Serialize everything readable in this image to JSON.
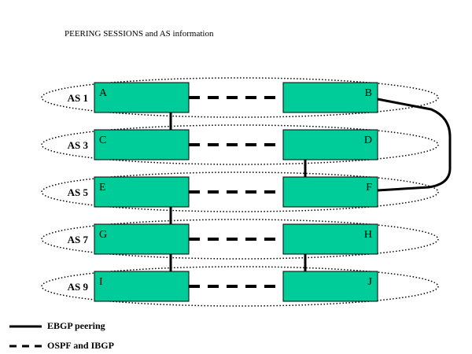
{
  "title": "PEERING SESSIONS and AS information",
  "colors": {
    "router_fill": "#00CC99",
    "line": "#000000"
  },
  "as_groups": [
    {
      "label": "AS 1",
      "routers": [
        "A",
        "B"
      ]
    },
    {
      "label": "AS 3",
      "routers": [
        "C",
        "D"
      ]
    },
    {
      "label": "AS 5",
      "routers": [
        "E",
        "F"
      ]
    },
    {
      "label": "AS 7",
      "routers": [
        "G",
        "H"
      ]
    },
    {
      "label": "AS 9",
      "routers": [
        "I",
        "J"
      ]
    }
  ],
  "ebgp_links": [
    [
      "A",
      "C"
    ],
    [
      "D",
      "F"
    ],
    [
      "E",
      "G"
    ],
    [
      "G",
      "I"
    ],
    [
      "H",
      "J"
    ],
    [
      "B",
      "F"
    ]
  ],
  "ibgp_links": [
    [
      "A",
      "B"
    ],
    [
      "C",
      "D"
    ],
    [
      "E",
      "F"
    ],
    [
      "G",
      "H"
    ],
    [
      "I",
      "J"
    ]
  ],
  "legend": {
    "ebgp": "EBGP peering",
    "ospf_ibgp": "OSPF and IBGP"
  }
}
